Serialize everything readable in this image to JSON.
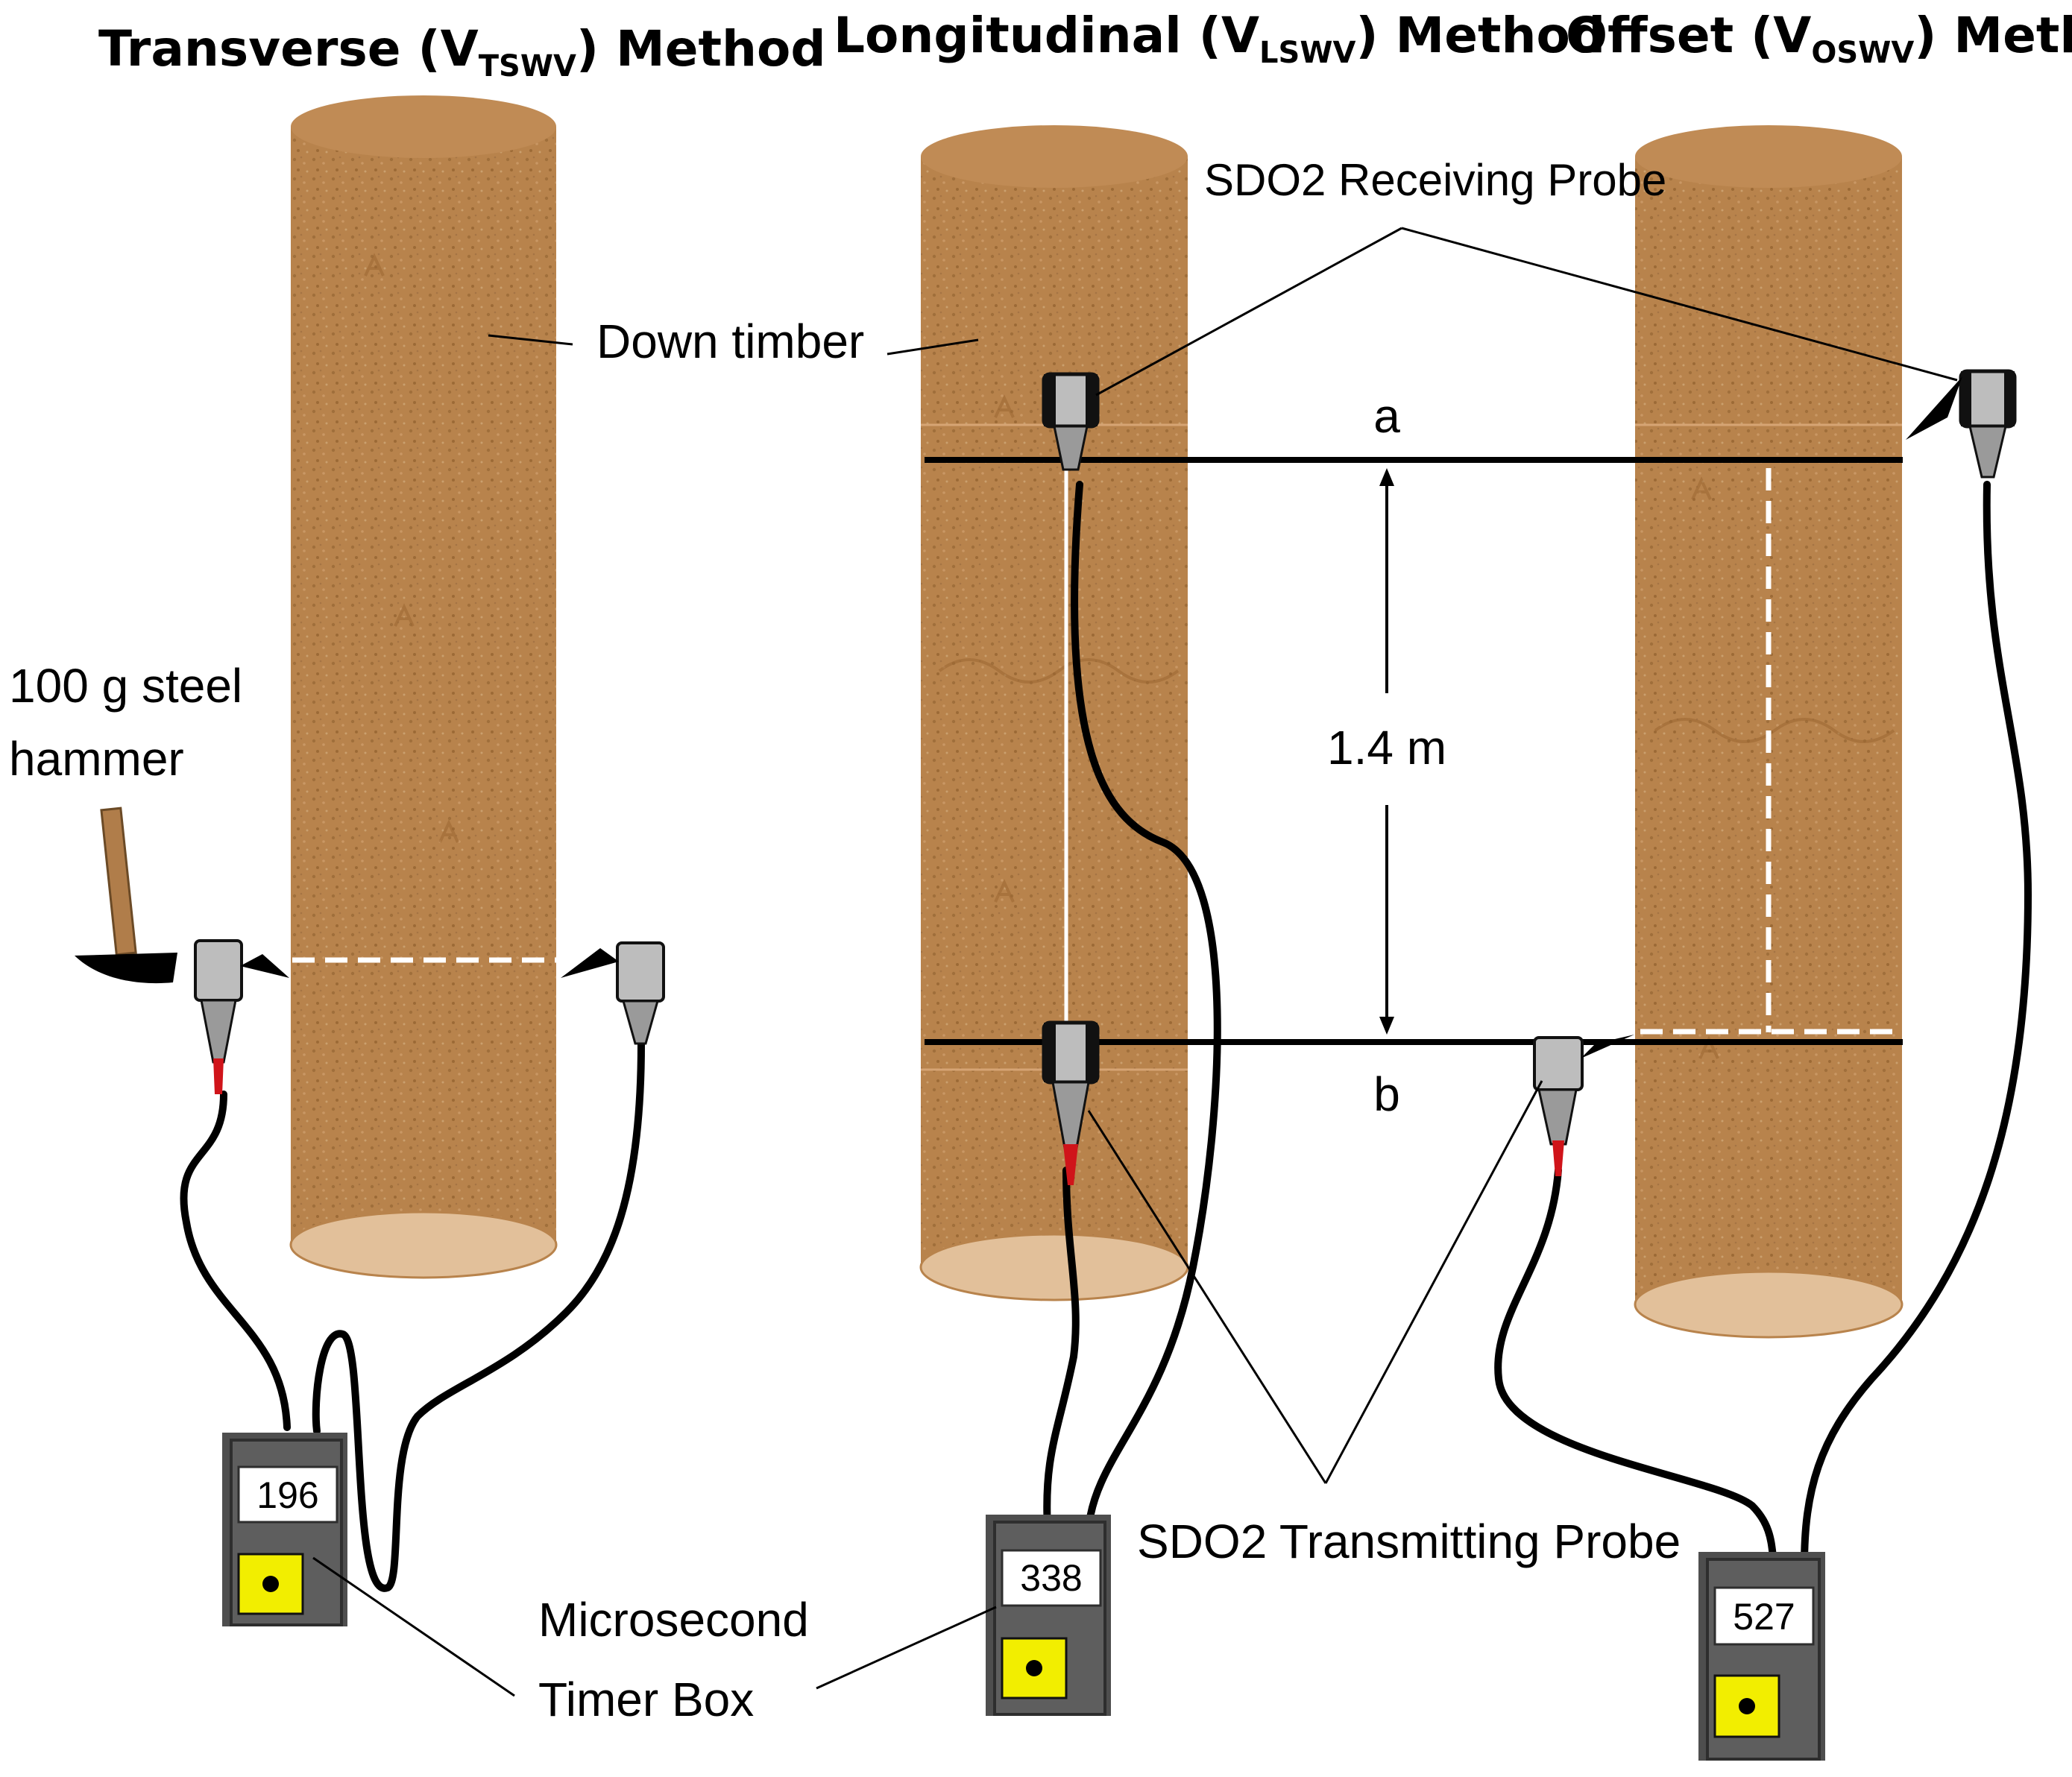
{
  "titles": {
    "transverse": {
      "pre": "Transverse (V",
      "sub": "TSWV",
      "post": ") Method"
    },
    "longitudinal": {
      "pre": "Longitudinal (V",
      "sub": "LSWV",
      "post": ") Method"
    },
    "offset": {
      "pre": "Offset (V",
      "sub": "OSWV",
      "post": ") Method"
    }
  },
  "labels": {
    "receiving_probe": "SDO2 Receiving Probe",
    "down_timber": "Down timber",
    "hammer_line1": "100 g steel",
    "hammer_line2": "hammer",
    "point_a": "a",
    "point_b": "b",
    "distance": "1.4 m",
    "transmitting_probe": "SDO2 Transmitting  Probe",
    "timer_line1": "Microsecond",
    "timer_line2": "Timer Box"
  },
  "timers": {
    "transverse": "196",
    "longitudinal": "338",
    "offset": "527"
  },
  "colors": {
    "timber": "#b8834c",
    "timber_end": "#e2c09a",
    "probe_gray": "#bdbdbd",
    "probe_tip": "#d0141a",
    "timer_body": "#5a5a5a",
    "timer_button": "#f2ee00"
  }
}
